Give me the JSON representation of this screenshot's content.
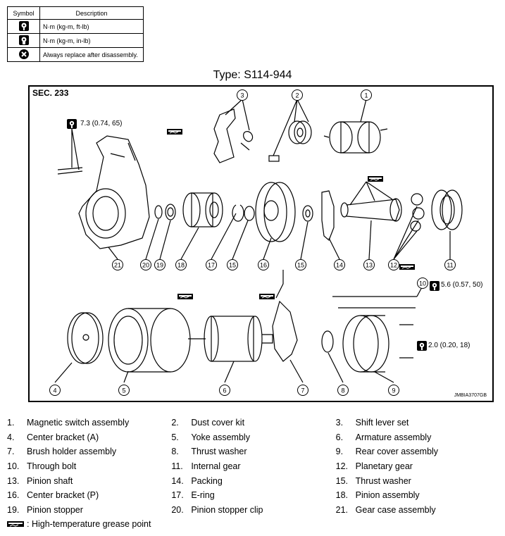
{
  "legend": {
    "header_symbol": "Symbol",
    "header_description": "Description",
    "rows": [
      {
        "icon": "torque-wrench-ftlb-icon",
        "text": "N·m (kg-m, ft-lb)"
      },
      {
        "icon": "torque-wrench-inlb-icon",
        "text": "N·m (kg-m, in-lb)"
      },
      {
        "icon": "replace-x-icon",
        "text": "Always replace after disassembly."
      }
    ]
  },
  "type_title": "Type: S114-944",
  "diagram": {
    "section": "SEC. 233",
    "code": "JMBIA3707GB",
    "torques": [
      "7.3 (0.74, 65)",
      "5.6 (0.57, 50)",
      "2.0 (0.20, 18)"
    ],
    "callouts": [
      "1",
      "2",
      "3",
      "4",
      "5",
      "6",
      "7",
      "8",
      "9",
      "10",
      "11",
      "12",
      "13",
      "14",
      "15",
      "16",
      "17",
      "18",
      "19",
      "20",
      "21"
    ]
  },
  "parts": [
    {
      "num": "1.",
      "name": "Magnetic switch assembly"
    },
    {
      "num": "2.",
      "name": "Dust cover kit"
    },
    {
      "num": "3.",
      "name": "Shift lever set"
    },
    {
      "num": "4.",
      "name": "Center bracket (A)"
    },
    {
      "num": "5.",
      "name": "Yoke assembly"
    },
    {
      "num": "6.",
      "name": "Armature assembly"
    },
    {
      "num": "7.",
      "name": "Brush holder assembly"
    },
    {
      "num": "8.",
      "name": "Thrust washer"
    },
    {
      "num": "9.",
      "name": "Rear cover assembly"
    },
    {
      "num": "10.",
      "name": "Through bolt"
    },
    {
      "num": "11.",
      "name": "Internal gear"
    },
    {
      "num": "12.",
      "name": "Planetary gear"
    },
    {
      "num": "13.",
      "name": "Pinion shaft"
    },
    {
      "num": "14.",
      "name": "Packing"
    },
    {
      "num": "15.",
      "name": "Thrust washer"
    },
    {
      "num": "16.",
      "name": "Center bracket (P)"
    },
    {
      "num": "17.",
      "name": "E-ring"
    },
    {
      "num": "18.",
      "name": "Pinion assembly"
    },
    {
      "num": "19.",
      "name": "Pinion stopper"
    },
    {
      "num": "20.",
      "name": "Pinion stopper clip"
    },
    {
      "num": "21.",
      "name": "Gear case assembly"
    }
  ],
  "footer_note": ": High-temperature grease point"
}
